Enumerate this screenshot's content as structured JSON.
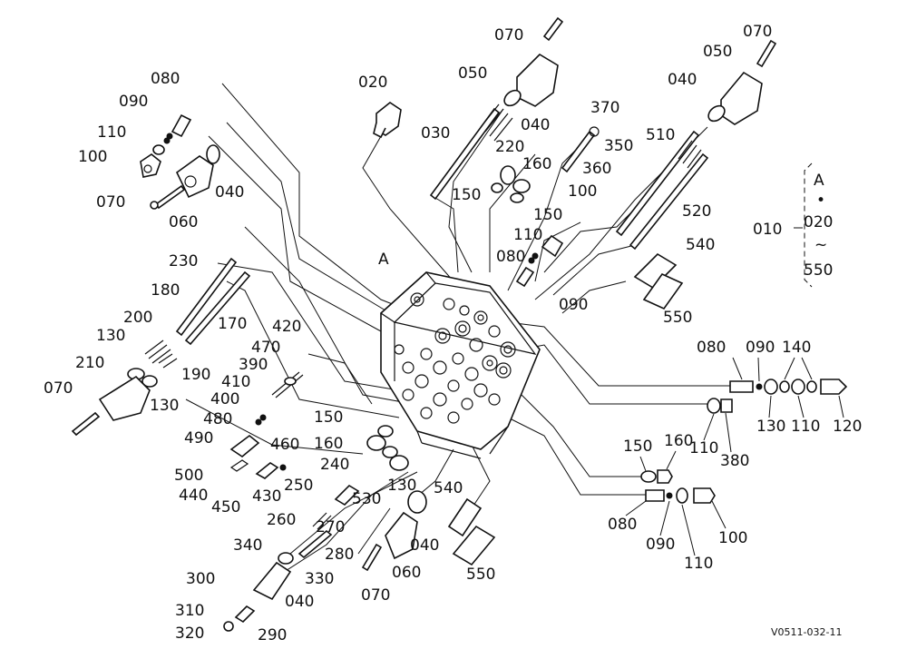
{
  "diagram": {
    "labels": {
      "p070_a": "070",
      "p050_a": "050",
      "p040_a": "040",
      "p030": "030",
      "p020": "020",
      "p070_b": "070",
      "p050_b": "050",
      "p040_b": "040",
      "p080_a": "080",
      "p090_a": "090",
      "p110_a": "110",
      "p100_a": "100",
      "p040_c": "040",
      "p070_c": "070",
      "p060_a": "060",
      "p370": "370",
      "p220": "220",
      "p160_a": "160",
      "p350": "350",
      "p360": "360",
      "p510": "510",
      "p150_a": "150",
      "p150_b": "150",
      "p100_b": "100",
      "p520": "520",
      "p110_b": "110",
      "p080_b": "080",
      "p540_a": "540",
      "p090_b": "090",
      "p550_a": "550",
      "p230": "230",
      "p180": "180",
      "p200": "200",
      "p170": "170",
      "p130_a": "130",
      "p190": "190",
      "p210": "210",
      "p070_d": "070",
      "p130_b": "130",
      "p420": "420",
      "p470": "470",
      "p390": "390",
      "p410": "410",
      "p400": "400",
      "p480": "480",
      "p490": "490",
      "p460": "460",
      "p500": "500",
      "p440": "440",
      "p450": "450",
      "p430": "430",
      "p150_c": "150",
      "p160_b": "160",
      "p240": "240",
      "p530": "530",
      "p130_c": "130",
      "p250": "250",
      "p260": "260",
      "p270": "270",
      "p280": "280",
      "p340": "340",
      "p330": "330",
      "p040_d": "040",
      "p300": "300",
      "p310": "310",
      "p320": "320",
      "p290": "290",
      "p060_b": "060",
      "p070_e": "070",
      "p040_e": "040",
      "p540_b": "540",
      "p550_b": "550",
      "p080_c": "080",
      "p090_c": "090",
      "p140": "140",
      "p130_d": "130",
      "p110_c": "110",
      "p120": "120",
      "p110_d": "110",
      "p380": "380",
      "p150_d": "150",
      "p160_c": "160",
      "p080_d": "080",
      "p090_d": "090",
      "p100_c": "100",
      "p110_e": "110",
      "p010": "010",
      "ref_a": "A",
      "ref_a_box": "A",
      "dot": "•",
      "range_from": "020",
      "tilde": "~",
      "range_to": "550"
    },
    "drawing_code": "V0511-032-11"
  }
}
